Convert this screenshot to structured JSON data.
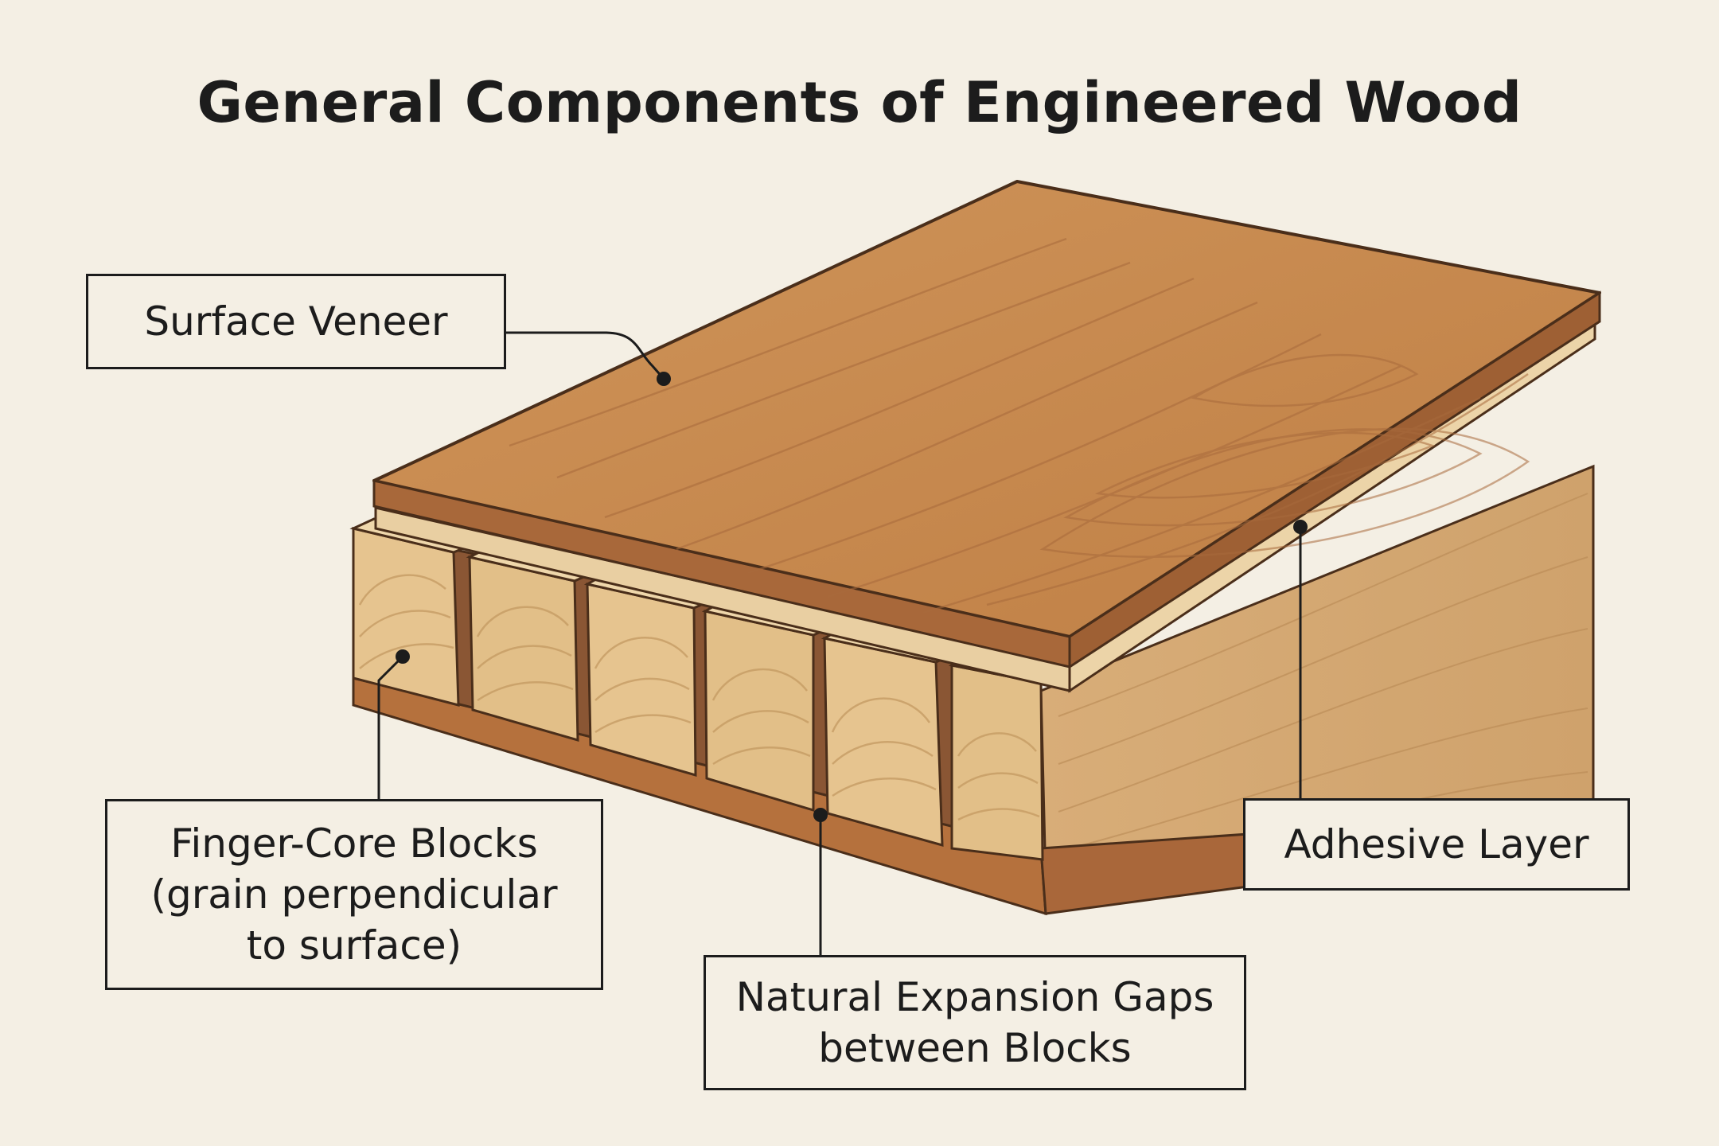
{
  "title": "General Components of Engineered Wood",
  "labels": {
    "surface_veneer": "Surface Veneer",
    "finger_core": "Finger-Core Blocks\n(grain perpendicular\nto surface)",
    "expansion_gaps": "Natural Expansion Gaps\nbetween Blocks",
    "adhesive_layer": "Adhesive Layer"
  },
  "colors": {
    "background": "#f4efe4",
    "veneer": "#c8894c",
    "veneer_edge": "#a8683a",
    "adhesive": "#e9cfa2",
    "core_block": "#e6c48f",
    "base_board": "#b5713d",
    "outline": "#4a2e1a",
    "text": "#1c1c1c"
  }
}
